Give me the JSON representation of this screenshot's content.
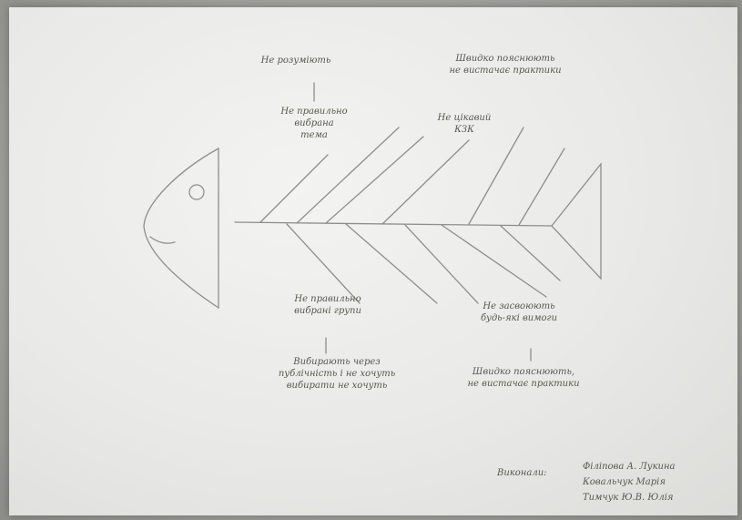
{
  "causes": [
    {
      "cause": "Не розуміють",
      "sub_cause": "Не правильно\nвибрана\nтема"
    },
    {
      "cause": "Швидко пояснюють\nне вистачає практики",
      "sub_cause": "Не цікавий\nКЗК"
    },
    {
      "cause": "Не правильно\nвибрані групи",
      "sub_cause": "Вибирають через\nпублічність і не хочуть\nвибирати не хочуть"
    },
    {
      "cause": "Не засвоюють\nбудь-які вимоги",
      "sub_cause": "Швидко пояснюють,\nне вистачає практики"
    }
  ],
  "signature": {
    "label": "Виконали:",
    "names": [
      "Філіпова А. Лукина",
      "Ковальчук Марія",
      "Тимчук Ю.В. Юлія"
    ]
  }
}
